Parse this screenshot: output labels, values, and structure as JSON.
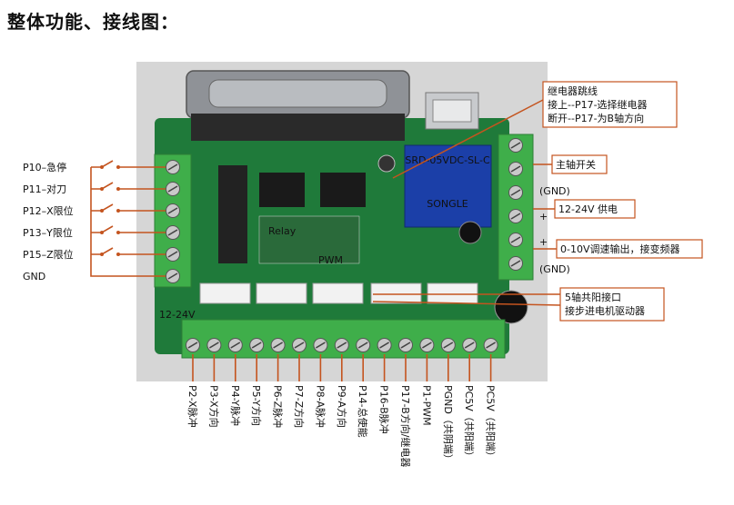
{
  "title": "整体功能、接线图：",
  "left_inputs": [
    "P10–急停",
    "P11–对刀",
    "P12–X限位",
    "P13–Y限位",
    "P15–Z限位",
    "GND"
  ],
  "right_labels": {
    "relay_jumper": [
      "继电器跳线",
      "接上--P17-选择继电器",
      "断开--P17-为B轴方向"
    ],
    "spindle": "主轴开关",
    "gnd_top": "(GND)",
    "supply": "12-24V 供电",
    "plus_sign": "+",
    "analog": "0-10V调速输出，接变频器",
    "gnd_bottom": "(GND)",
    "common": [
      "5轴共阳接口",
      "接步进电机驱动器"
    ]
  },
  "board_silk": {
    "relay_brand": "SONGLE",
    "relay_model": "SRD-05VDC-SL-C",
    "power_note": "12-24V",
    "relay_text": "Relay",
    "pwm_text": "PWM"
  },
  "bottom_terminals": [
    "P2-X脉冲",
    "P3-X方向",
    "P4-Y脉冲",
    "P5-Y方向",
    "P6-Z脉冲",
    "P7-Z方向",
    "P8-A脉冲",
    "P9-A方向",
    "P14-总使能",
    "P16-B脉冲",
    "P17-B方向/继电器",
    "P1-PWM",
    "PGND（共阴端）",
    "PC5V（共阳端）",
    "PC5V（共阳端）"
  ],
  "colors": {
    "board": "#1f7a3a",
    "terminal": "#3fae4a",
    "wire": "#c4541f",
    "callout_border": "#c4541f",
    "photo_bg": "#d9d9d9"
  }
}
